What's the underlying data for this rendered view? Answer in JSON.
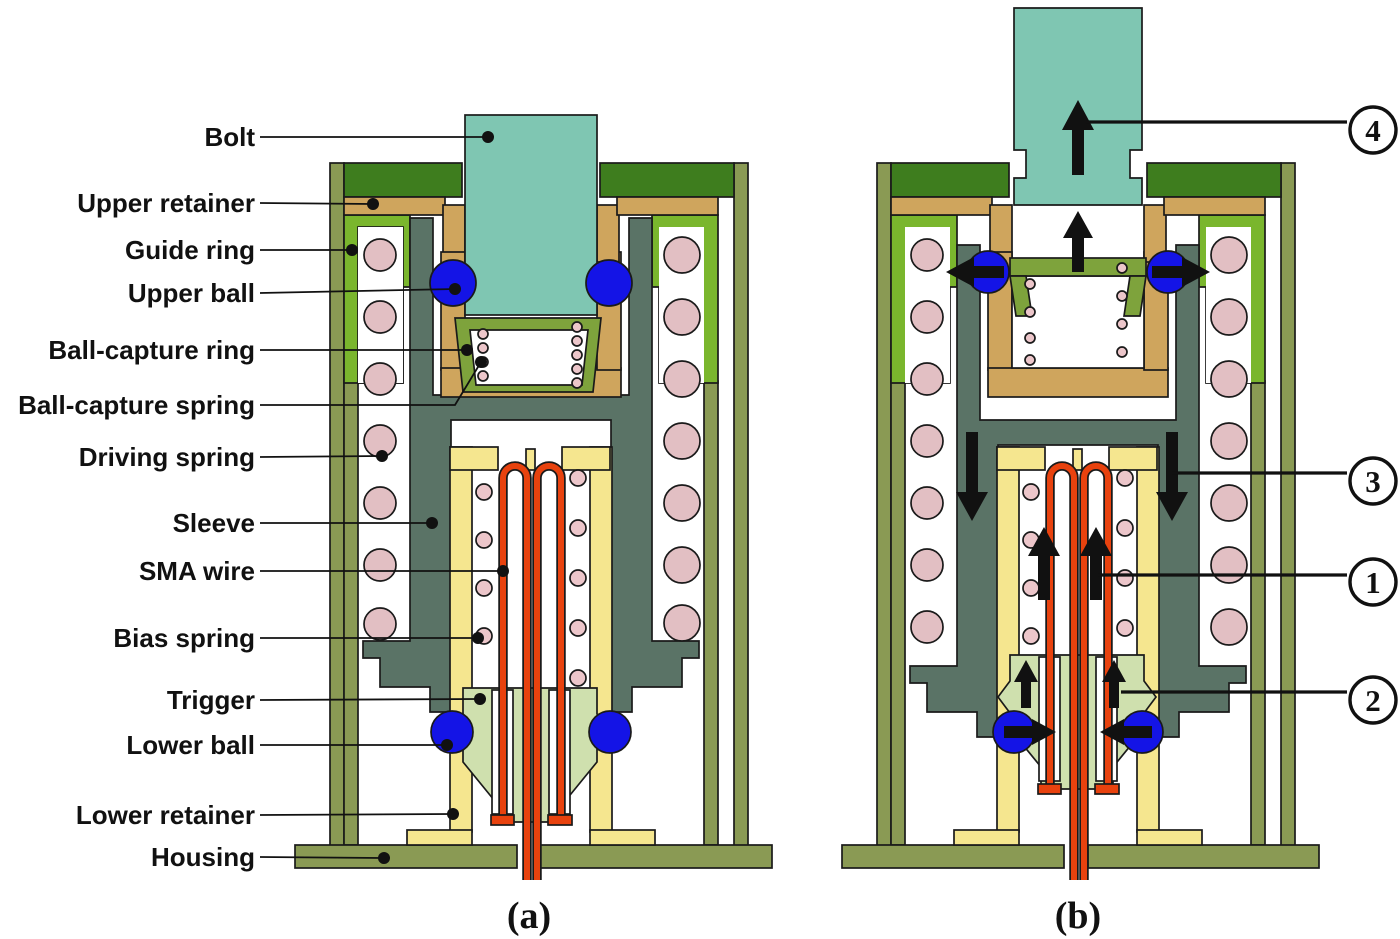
{
  "diagram": {
    "kind": "mechanism-cross-section",
    "states": 2,
    "captions": {
      "a": "(a)",
      "b": "(b)"
    }
  },
  "labels": [
    {
      "text": "Bolt"
    },
    {
      "text": "Upper retainer"
    },
    {
      "text": "Guide ring"
    },
    {
      "text": "Upper ball"
    },
    {
      "text": "Ball-capture ring"
    },
    {
      "text": "Ball-capture spring"
    },
    {
      "text": "Driving spring"
    },
    {
      "text": "Sleeve"
    },
    {
      "text": "SMA wire"
    },
    {
      "text": "Bias spring"
    },
    {
      "text": "Trigger"
    },
    {
      "text": "Lower ball"
    },
    {
      "text": "Lower retainer"
    },
    {
      "text": "Housing"
    }
  ],
  "callouts": [
    {
      "num": "4"
    },
    {
      "num": "3"
    },
    {
      "num": "1"
    },
    {
      "num": "2"
    }
  ],
  "colors": {
    "outline": "#1a1a1a",
    "housing": "#8a9a54",
    "end_cap": "#3e7d1e",
    "upper_retainer": "#cfa55d",
    "guide_ring": "#7ab62d",
    "bolt": "#7fc6b2",
    "ball": "#1414e6",
    "driving_spring": "#e2bfc3",
    "small_spring": "#ecc6ca",
    "sleeve": "#5a7366",
    "retainer_cup": "#f5e68f",
    "trigger": "#cfe0ae",
    "sma_wire": "#e8420e",
    "capture_ring": "#7ea33c"
  }
}
